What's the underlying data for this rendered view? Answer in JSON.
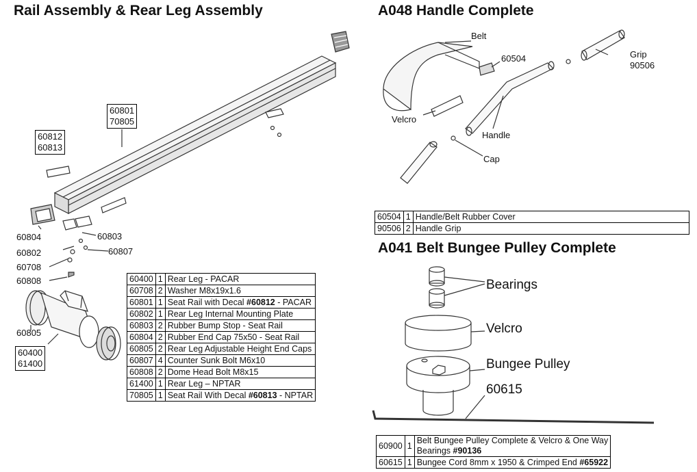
{
  "titles": {
    "rail": "Rail Assembly & Rear Leg Assembly",
    "handle": "A048 Handle Complete",
    "pulley": "A041 Belt Bungee Pulley Complete"
  },
  "rail_labels": {
    "box_60801": [
      "60801",
      "70805"
    ],
    "box_60812": [
      "60812",
      "60813"
    ],
    "box_60400": [
      "60400",
      "61400"
    ],
    "l60804": "60804",
    "l60803": "60803",
    "l60802": "60802",
    "l60807": "60807",
    "l60708": "60708",
    "l60808": "60808",
    "l60805": "60805"
  },
  "handle_labels": {
    "belt": "Belt",
    "p60504": "60504",
    "grip": "Grip",
    "p90506": "90506",
    "velcro": "Velcro",
    "handle": "Handle",
    "cap": "Cap"
  },
  "pulley_labels": {
    "bearings": "Bearings",
    "velcro": "Velcro",
    "bungee_pulley": "Bungee Pulley",
    "p60615": "60615"
  },
  "rail_table": [
    {
      "part": "60400",
      "qty": "1",
      "desc": "Rear Leg - PACAR",
      "ref": ""
    },
    {
      "part": "60708",
      "qty": "2",
      "desc": "Washer M8x19x1.6",
      "ref": ""
    },
    {
      "part": "60801",
      "qty": "1",
      "desc": "Seat Rail with Decal ",
      "ref": "#60812",
      "tail": " - PACAR"
    },
    {
      "part": "60802",
      "qty": "1",
      "desc": "Rear Leg Internal Mounting Plate",
      "ref": ""
    },
    {
      "part": "60803",
      "qty": "2",
      "desc": "Rubber Bump Stop - Seat Rail",
      "ref": ""
    },
    {
      "part": "60804",
      "qty": "2",
      "desc": "Rubber End Cap 75x50  - Seat Rail",
      "ref": ""
    },
    {
      "part": "60805",
      "qty": "2",
      "desc": "Rear Leg Adjustable Height End Caps",
      "ref": ""
    },
    {
      "part": "60807",
      "qty": "4",
      "desc": "Counter Sunk Bolt M6x10",
      "ref": ""
    },
    {
      "part": "60808",
      "qty": "2",
      "desc": "Dome Head Bolt M8x15",
      "ref": ""
    },
    {
      "part": "61400",
      "qty": "1",
      "desc": "Rear Leg – NPTAR",
      "ref": ""
    },
    {
      "part": "70805",
      "qty": "1",
      "desc": "Seat Rail With Decal ",
      "ref": "#60813",
      "tail": " - NPTAR"
    }
  ],
  "handle_table": [
    {
      "part": "60504",
      "qty": "1",
      "desc": "Handle/Belt Rubber Cover"
    },
    {
      "part": "90506",
      "qty": "2",
      "desc": "Handle Grip"
    }
  ],
  "pulley_table": [
    {
      "part": "60900",
      "qty": "1",
      "desc1": "Belt Bungee Pulley Complete & Velcro & One Way",
      "desc2": "Bearings ",
      "ref2": "#90136"
    },
    {
      "part": "60615",
      "qty": "1",
      "desc1": "Bungee Cord 8mm x 1950 & Crimped End ",
      "ref1": "#65922"
    }
  ]
}
